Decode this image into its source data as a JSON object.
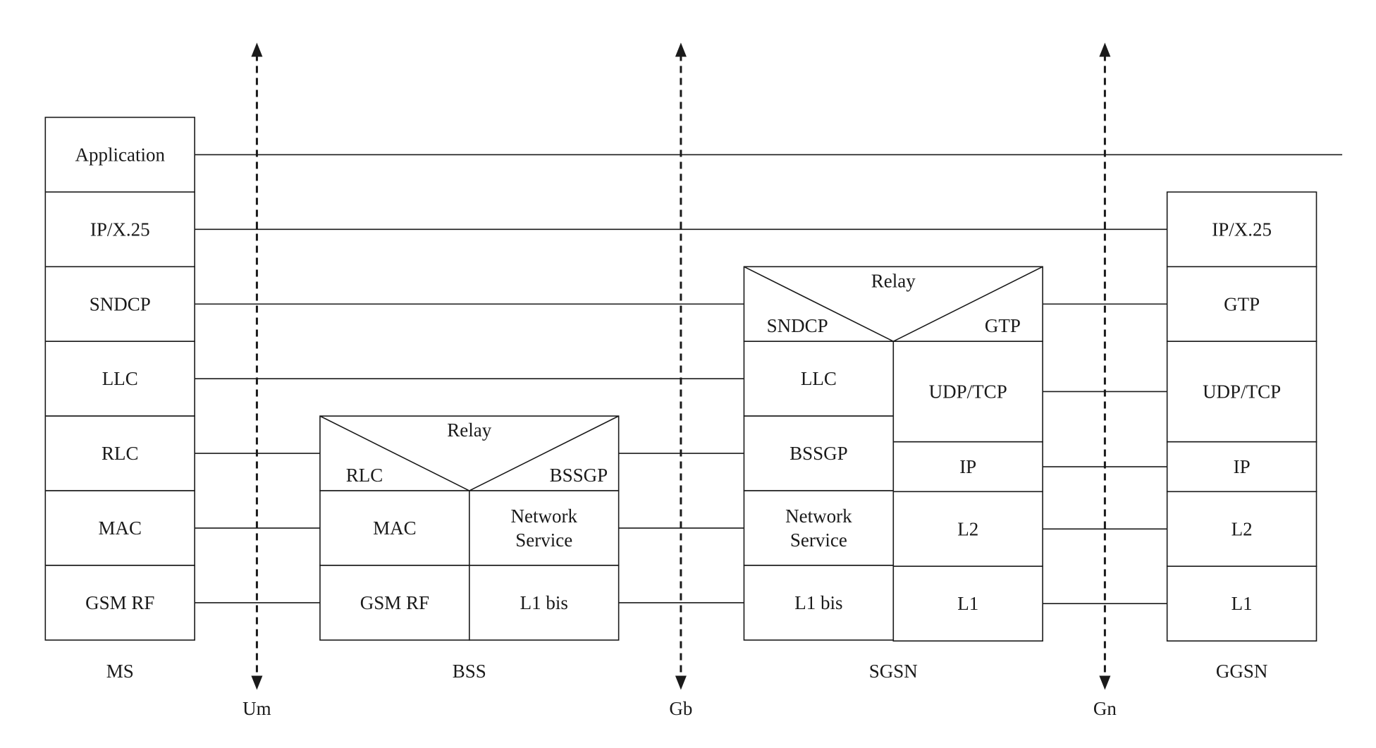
{
  "stacks": {
    "ms": {
      "name": "MS",
      "layers": [
        "Application",
        "IP/X.25",
        "SNDCP",
        "LLC",
        "RLC",
        "MAC",
        "GSM RF"
      ]
    },
    "bss": {
      "name": "BSS",
      "relay": "Relay",
      "relay_left": "RLC",
      "relay_right": "BSSGP",
      "left": [
        "MAC",
        "GSM RF"
      ],
      "right": [
        "Network\nService",
        "L1 bis"
      ]
    },
    "sgsn": {
      "name": "SGSN",
      "relay": "Relay",
      "relay_left": "SNDCP",
      "relay_right": "GTP",
      "left": [
        "LLC",
        "BSSGP",
        "Network\nService",
        "L1 bis"
      ],
      "right": [
        "UDP/TCP",
        "IP",
        "L2",
        "L1"
      ]
    },
    "ggsn": {
      "name": "GGSN",
      "layers": [
        "IP/X.25",
        "GTP",
        "UDP/TCP",
        "IP",
        "L2",
        "L1"
      ]
    }
  },
  "interfaces": [
    "Um",
    "Gb",
    "Gn"
  ]
}
